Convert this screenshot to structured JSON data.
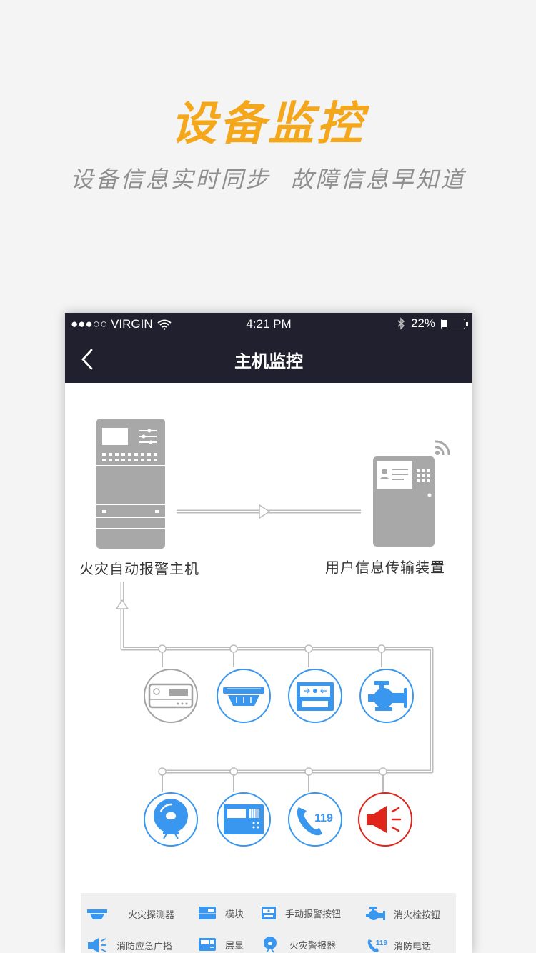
{
  "promo": {
    "headline": "设备监控",
    "sub_left": "设备信息实时同步",
    "sub_right": "故障信息早知道"
  },
  "status_bar": {
    "carrier": "●●●○○ VIRGIN",
    "time": "4:21 PM",
    "battery": "22%",
    "battery_level": 0.22
  },
  "nav": {
    "title": "主机监控",
    "back_icon": "chevron-left-icon"
  },
  "diagram": {
    "host_label": "火灾自动报警主机",
    "user_device_label": "用户信息传输装置",
    "device_row_1": [
      "module-icon",
      "detector-icon",
      "manual-button-icon",
      "hydrant-button-icon"
    ],
    "device_row_2": [
      "alarm-bell-icon",
      "floor-display-icon",
      "fire-phone-icon",
      "broadcast-icon"
    ],
    "phone_number": "119",
    "colors": {
      "blue": "#3a97ef",
      "gray": "#a3a3a3",
      "red": "#e0251b",
      "line": "#bcbcbc"
    }
  },
  "legend": {
    "items": [
      {
        "icon": "detector-icon",
        "label": "火灾探测器"
      },
      {
        "icon": "module-icon",
        "label": "模块"
      },
      {
        "icon": "manual-button-icon",
        "label": "手动报警按钮"
      },
      {
        "icon": "hydrant-button-icon",
        "label": "消火栓按钮"
      },
      {
        "icon": "broadcast-icon",
        "label": "消防应急广播"
      },
      {
        "icon": "floor-display-icon",
        "label": "层显"
      },
      {
        "icon": "alarm-bell-icon",
        "label": "火灾警报器"
      },
      {
        "icon": "fire-phone-icon",
        "label": "消防电话"
      }
    ]
  }
}
